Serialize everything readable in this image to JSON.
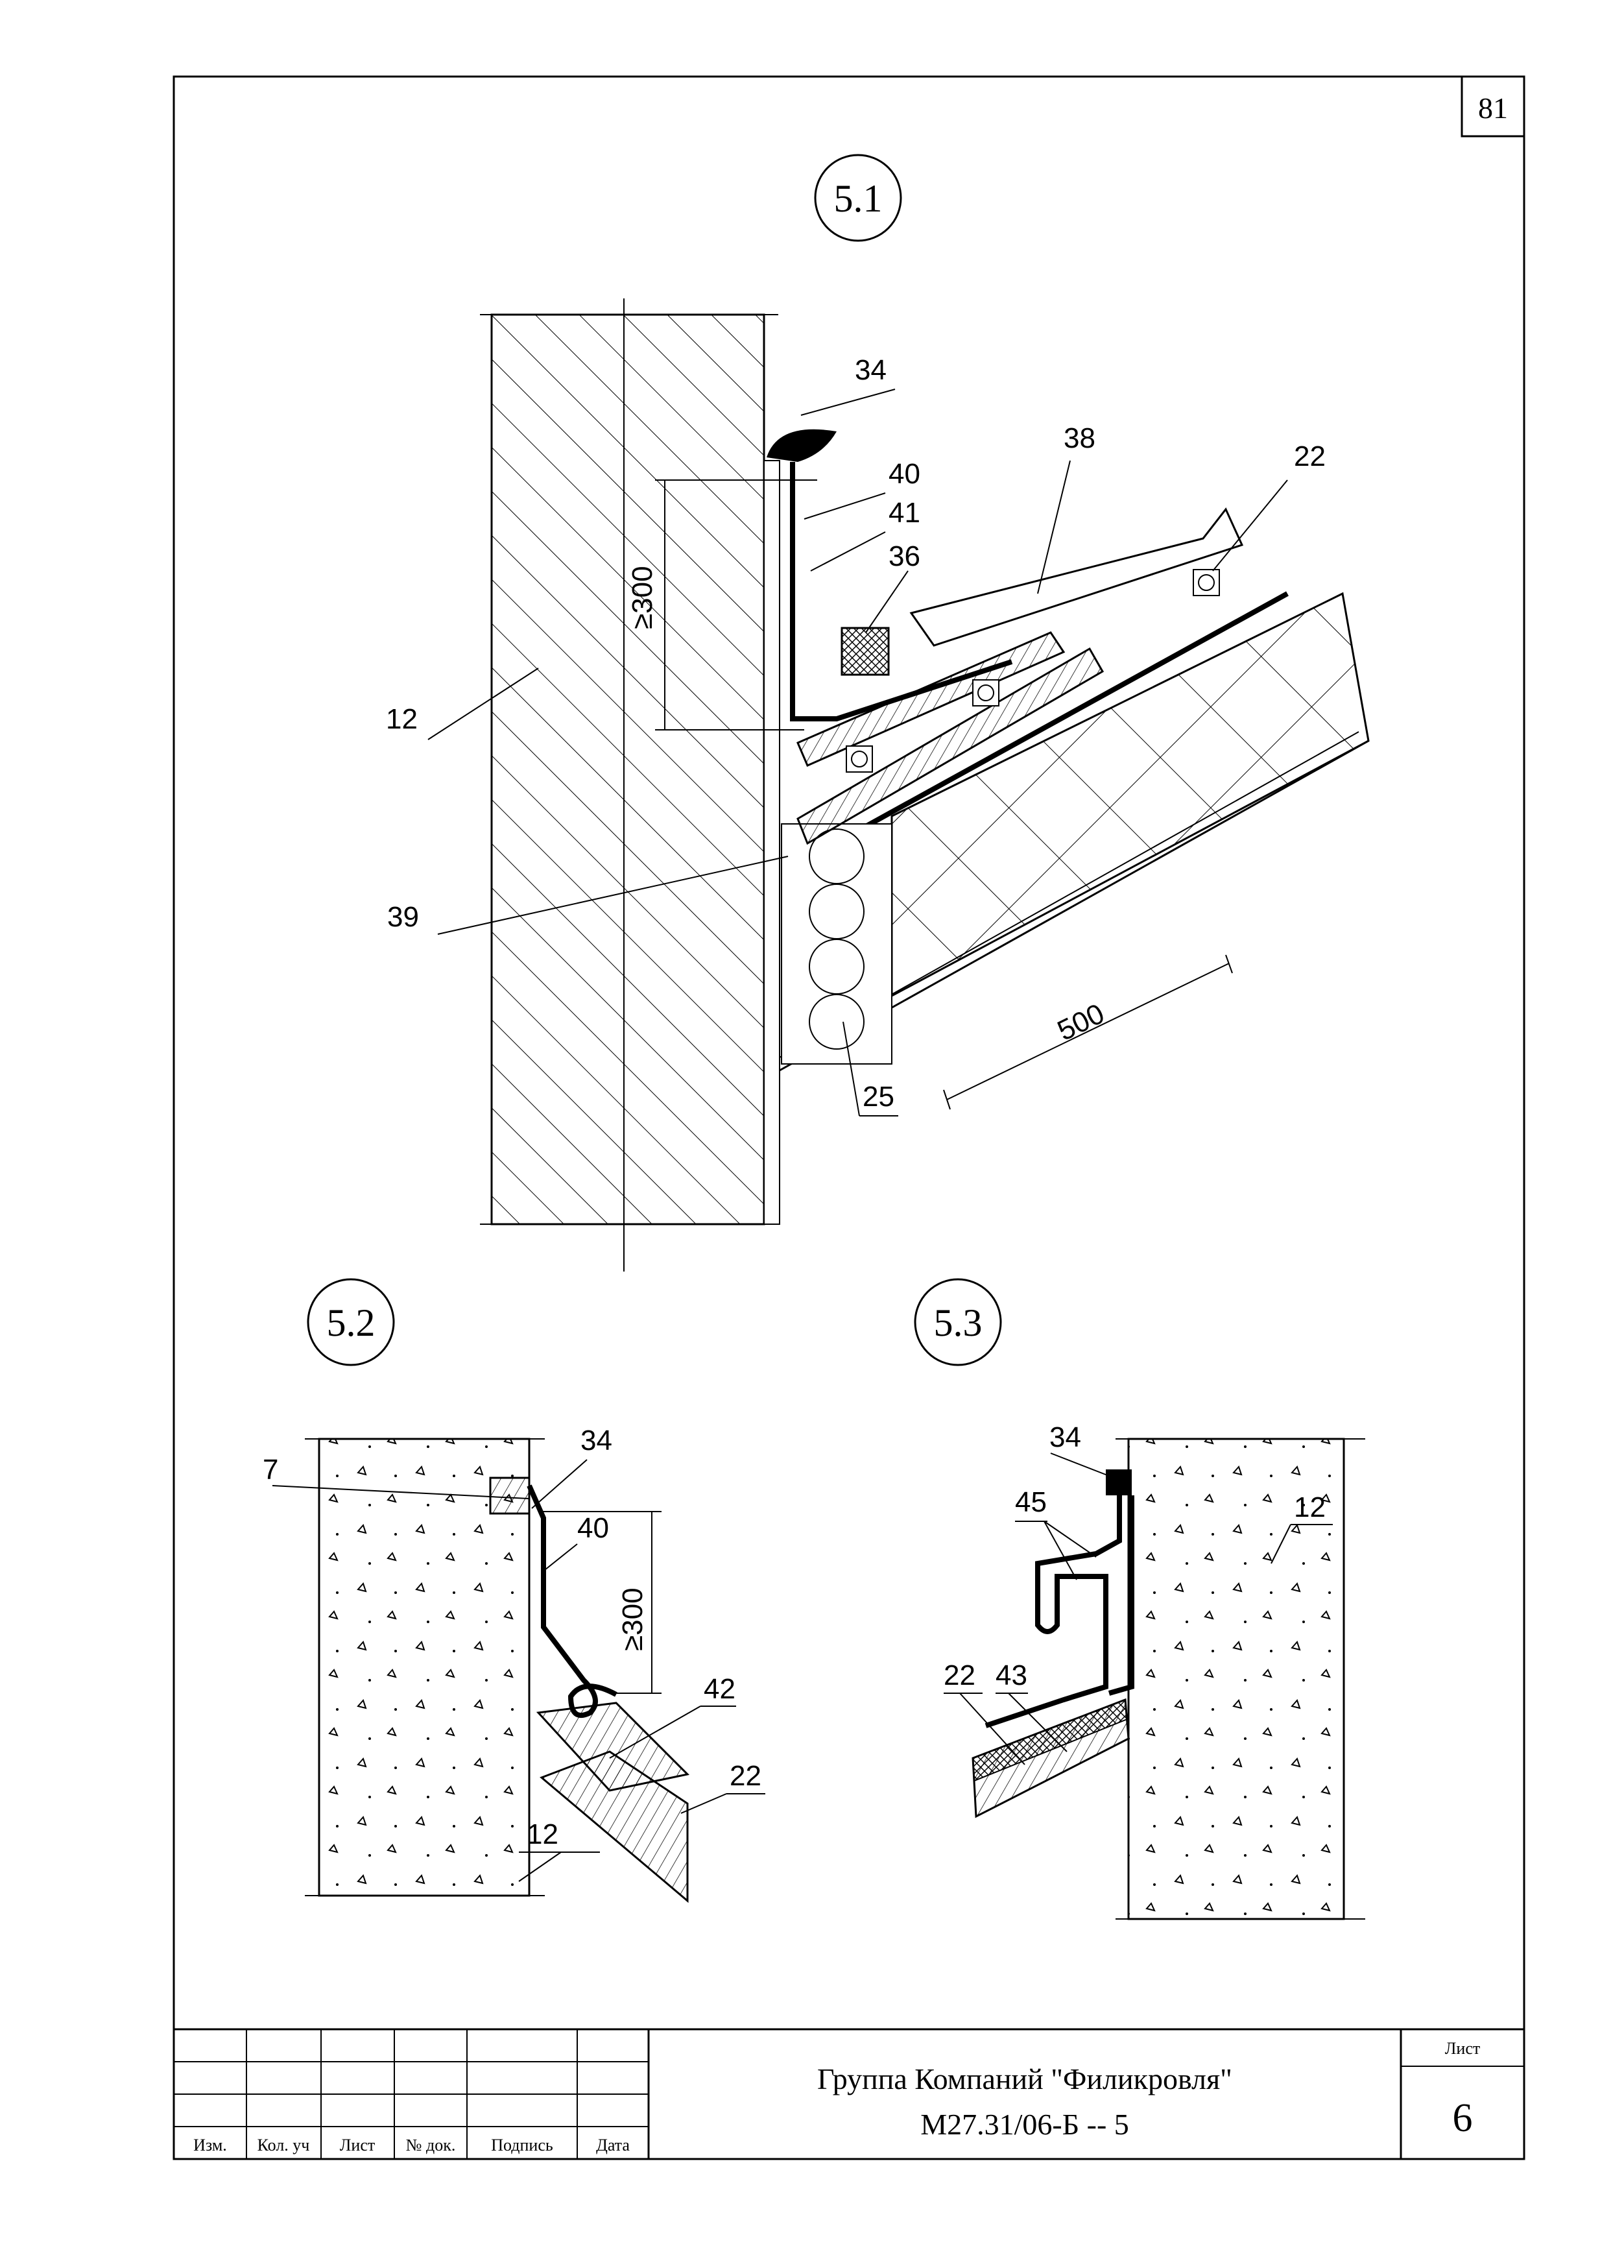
{
  "sheet_corner_number": "81",
  "details": [
    {
      "id": "5.1"
    },
    {
      "id": "5.2"
    },
    {
      "id": "5.3"
    }
  ],
  "detail_5_1": {
    "callouts": [
      "34",
      "40",
      "41",
      "36",
      "38",
      "22",
      "12",
      "39",
      "25"
    ],
    "dim_height": "≥300",
    "dim_slope": "500"
  },
  "detail_5_2": {
    "callouts": [
      "7",
      "34",
      "40",
      "42",
      "22",
      "12"
    ],
    "dim_height": "≥300"
  },
  "detail_5_3": {
    "callouts": [
      "34",
      "45",
      "12",
      "22",
      "43"
    ]
  },
  "title_block": {
    "columns": [
      "Изм.",
      "Кол. уч",
      "Лист",
      "№ док.",
      "Подпись",
      "Дата"
    ],
    "company": "Группа Компаний \"Филикровля\"",
    "document_code": "М27.31/06-Б  --  5",
    "sheet_label": "Лист",
    "sheet_number": "6"
  }
}
